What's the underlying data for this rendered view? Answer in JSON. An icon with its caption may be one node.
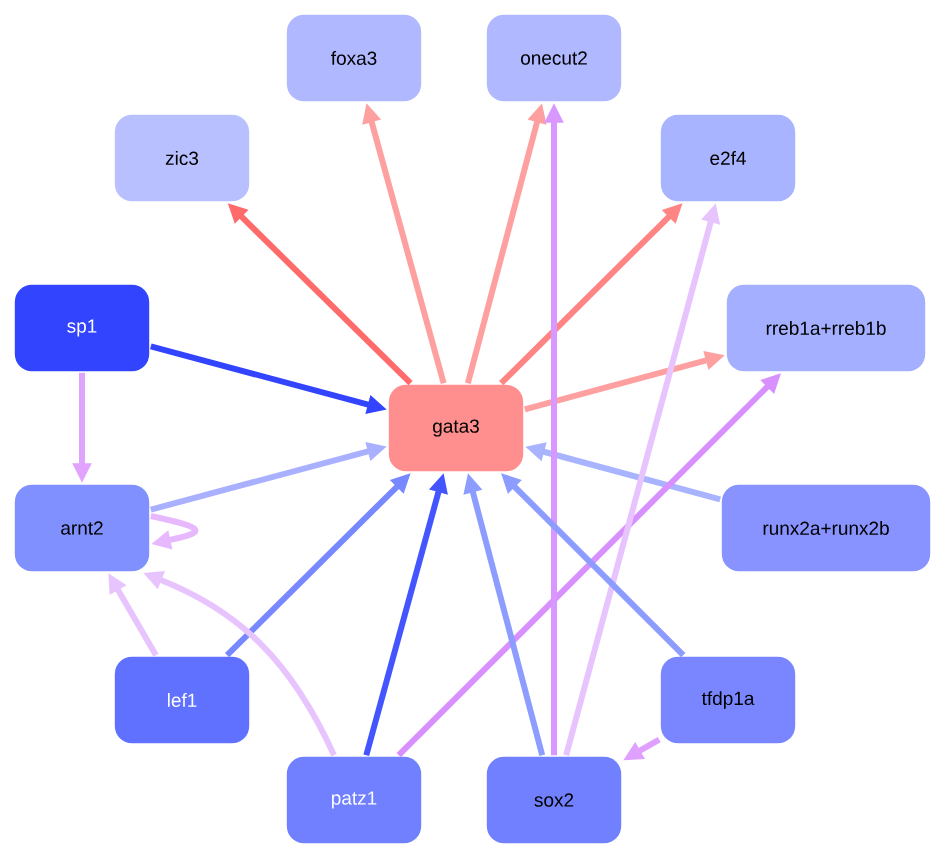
{
  "diagram": {
    "nodes": [
      {
        "text": [
          "gata3"
        ]
      },
      {
        "text": [
          "zic3"
        ]
      },
      {
        "text": [
          "foxa3"
        ]
      },
      {
        "text": [
          "onecut2"
        ]
      },
      {
        "text": [
          "e2f4"
        ]
      },
      {
        "text": [
          "sp1"
        ]
      },
      {
        "text": [
          "rreb1a+rreb1b"
        ]
      },
      {
        "text": [
          "arnt2"
        ]
      },
      {
        "text": [
          "runx2a+runx2b"
        ]
      },
      {
        "text": [
          "lef1"
        ]
      },
      {
        "text": [
          "tfdp1a"
        ]
      },
      {
        "text": [
          "patz1"
        ]
      },
      {
        "text": [
          "sox2"
        ]
      }
    ],
    "edges": [
      {
        "from": 0,
        "to": 1,
        "arrow": "to",
        "color": "#ff6a6a"
      },
      {
        "from": 0,
        "to": 2,
        "arrow": "to",
        "color": "#ffa0a0"
      },
      {
        "from": 0,
        "to": 3,
        "arrow": "to",
        "color": "#ffa0a0"
      },
      {
        "from": 0,
        "to": 4,
        "arrow": "to",
        "color": "#ff8484"
      },
      {
        "from": 0,
        "to": 6,
        "arrow": "to",
        "color": "#ffa0a0"
      },
      {
        "from": 5,
        "to": 0,
        "arrow": "to",
        "color": "#3344ff"
      },
      {
        "from": 5,
        "to": 7,
        "arrow": "to",
        "color": "#e0a4ff"
      },
      {
        "from": 7,
        "to": 0,
        "arrow": "to",
        "color": "#a8b0ff"
      },
      {
        "from": 7,
        "to": 7,
        "arrow": "to",
        "color": "#e8b8ff"
      },
      {
        "from": 8,
        "to": 0,
        "arrow": "to",
        "color": "#a8b4ff"
      },
      {
        "from": 9,
        "to": 0,
        "arrow": "to",
        "color": "#7888ff"
      },
      {
        "from": 9,
        "to": 7,
        "arrow": "to",
        "color": "#e8c4ff"
      },
      {
        "from": 11,
        "to": 0,
        "arrow": "to",
        "color": "#4455ff"
      },
      {
        "from": 11,
        "to": 7,
        "arrow": "to",
        "color": "#e8c4ff"
      },
      {
        "from": 11,
        "to": 6,
        "arrow": "to",
        "color": "#d890ff"
      },
      {
        "from": 12,
        "to": 0,
        "arrow": "to",
        "color": "#8c9cff"
      },
      {
        "from": 12,
        "to": 3,
        "arrow": "to",
        "color": "#d898ff"
      },
      {
        "from": 12,
        "to": 4,
        "arrow": "to",
        "color": "#e8c4ff"
      },
      {
        "from": 10,
        "to": 0,
        "arrow": "to",
        "color": "#8c9cff"
      },
      {
        "from": 10,
        "to": 12,
        "arrow": "to",
        "color": "#e0a0ff"
      }
    ]
  }
}
